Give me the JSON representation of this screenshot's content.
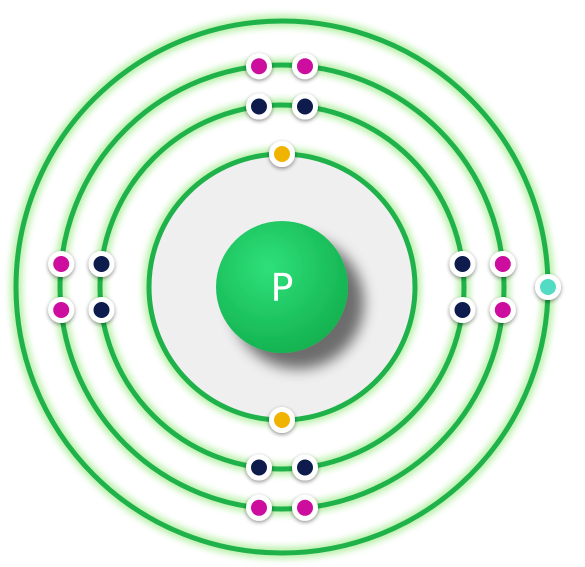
{
  "nucleus": {
    "symbol": "P",
    "color": "#16c25a"
  },
  "colors": {
    "orbit": "#1fb24a",
    "orbit_glow": "#b8f0a8",
    "inner_disc": "#efefef",
    "electron_border": "#ffffff"
  },
  "shells": [
    {
      "name": "shell-1",
      "electron_count": 2,
      "electron_color": "#f0b400"
    },
    {
      "name": "shell-2",
      "electron_count": 8,
      "electron_color": "#0b1f4e"
    },
    {
      "name": "shell-3",
      "electron_count": 8,
      "electron_color": "#cc0f9e"
    },
    {
      "name": "shell-4",
      "electron_count": 1,
      "electron_color": "#52dcc3"
    }
  ]
}
